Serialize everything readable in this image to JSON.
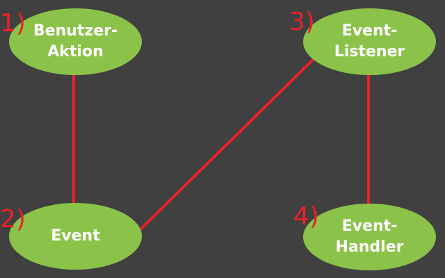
{
  "colors": {
    "background": "#404040",
    "node_fill": "#8bc34a",
    "connector": "#e8212b",
    "node_text": "#ffffff",
    "step_number": "#e8212b"
  },
  "nodes": [
    {
      "id": "benutzer-aktion",
      "step": "1)",
      "label": "Benutzer-\nAktion"
    },
    {
      "id": "event",
      "step": "2)",
      "label": "Event"
    },
    {
      "id": "event-listener",
      "step": "3)",
      "label": "Event-\nListener"
    },
    {
      "id": "event-handler",
      "step": "4)",
      "label": "Event-\nHandler"
    }
  ],
  "connections": [
    {
      "from": "benutzer-aktion",
      "to": "event"
    },
    {
      "from": "event",
      "to": "event-listener"
    },
    {
      "from": "event-listener",
      "to": "event-handler"
    }
  ]
}
